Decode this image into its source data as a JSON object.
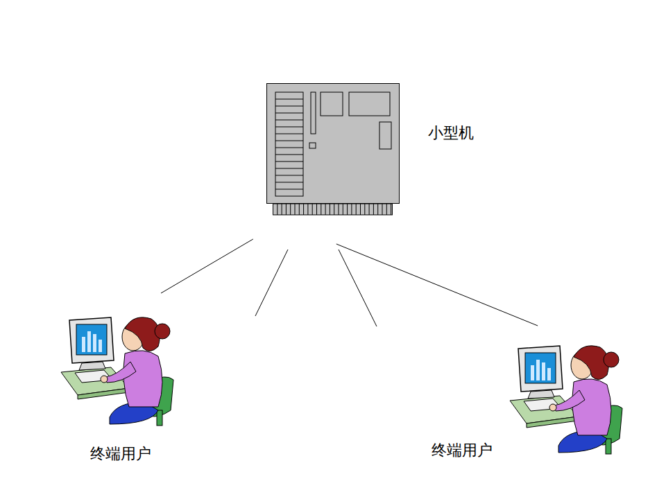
{
  "diagram": {
    "nodes": [
      {
        "text": [
          "小型机"
        ]
      },
      {
        "text": [
          "终端用户"
        ]
      },
      {
        "text": [
          "终端用户"
        ]
      }
    ],
    "edges": [
      {
        "from": 0,
        "to": 1,
        "arrow": "none"
      },
      {
        "from": 0,
        "to": 2,
        "arrow": "none"
      }
    ]
  }
}
